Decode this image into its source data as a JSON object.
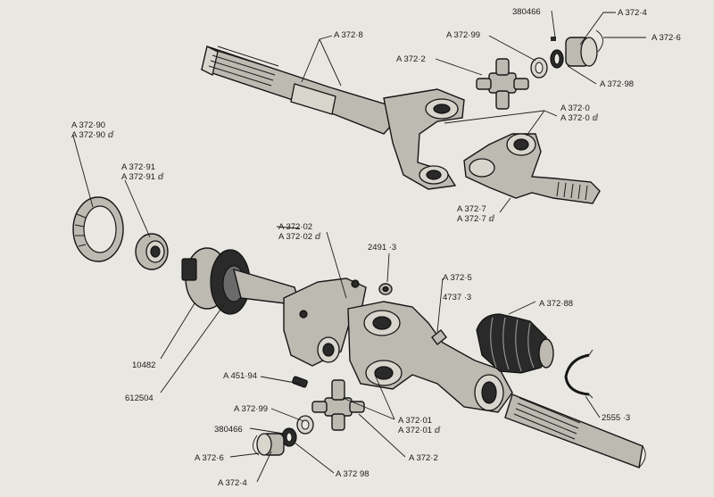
{
  "labels": {
    "a3728": "A 372·8",
    "p380466_top": "380466",
    "a3724_top": "A 372·4",
    "a3726_top": "A 372·6",
    "a37299_top": "A 372·99",
    "a3722_top": "A 372·2",
    "a37298_top": "A 372·98",
    "a3720": "A 372·0",
    "a3720d": "A 372·0 ⅆ",
    "a3727": "A 372·7",
    "a3727d": "A 372·7 ⅆ",
    "a37290": "A 372·90",
    "a37290d": "A 372·90 ⅆ",
    "a37291": "A 372·91",
    "a37291d": "A 372·91 ⅆ",
    "a37202": "A 372·02",
    "a37202d": "A 372·02 ⅆ",
    "p2491": "2491 ·3",
    "a3725": "A 372·5",
    "p4737": "4737 ·3",
    "a37288": "A 372·88",
    "p10482": "10482",
    "p612504": "612504",
    "a45194": "A 451·94",
    "a37299_bot": "A 372·99",
    "p380466_bot": "380466",
    "a3726_bot": "A 372·6",
    "a3724_bot": "A 372·4",
    "a37298_bot": "A 372 98",
    "a3722_bot": "A 372·2",
    "a37201": "A 372·01",
    "a37201d": "A 372·01 ⅆ",
    "p2555": "2555 ·3"
  }
}
